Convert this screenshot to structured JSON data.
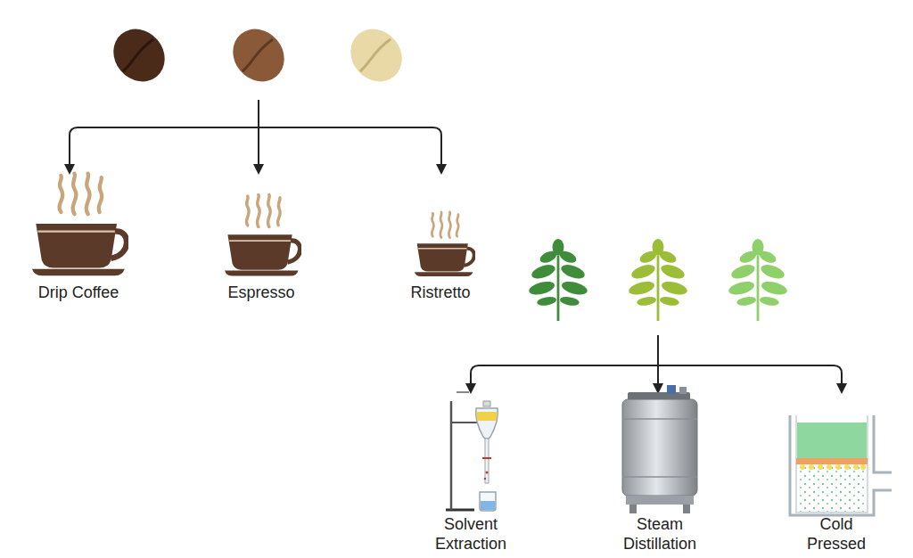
{
  "diagram": {
    "labels": [
      "Drip Coffee",
      "Espresso",
      "Ristretto",
      "Solvent Extraction",
      "Steam Distillation",
      "Cold Pressed"
    ]
  }
}
